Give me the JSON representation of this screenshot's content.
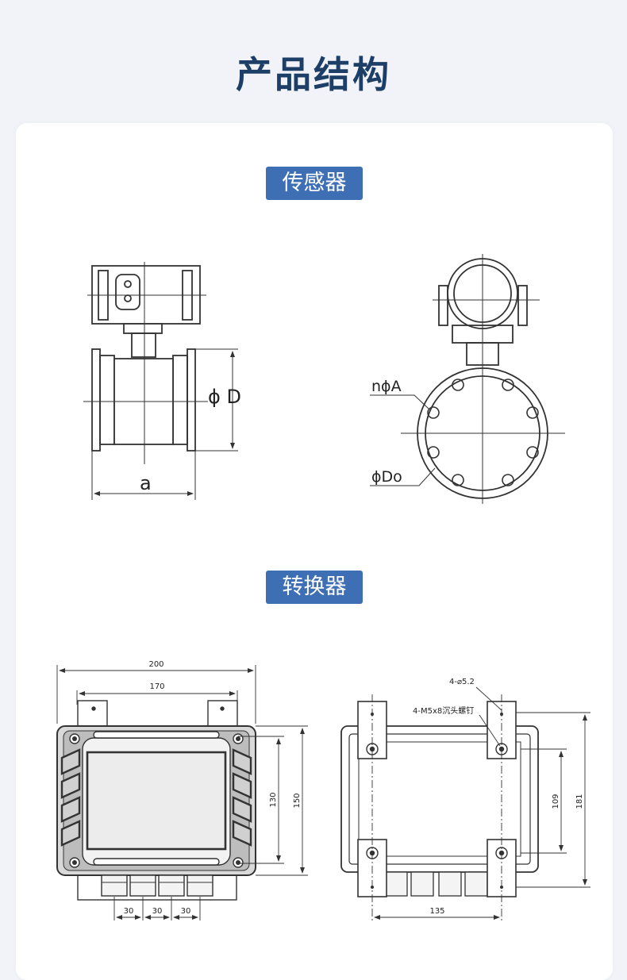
{
  "page": {
    "title": "产品结构"
  },
  "sections": {
    "sensor": {
      "label": "传感器"
    },
    "converter": {
      "label": "转换器"
    }
  },
  "sensor_side": {
    "diameter_label": "ϕ D",
    "length_label": "a"
  },
  "sensor_front": {
    "holes_label": "nϕA",
    "outer_label": "ϕDo"
  },
  "converter_front": {
    "dim_width": "200",
    "dim_mount": "170",
    "dim_height_outer": "150",
    "dim_height_inner": "130",
    "dim_gland_1": "30",
    "dim_gland_2": "30",
    "dim_gland_3": "30"
  },
  "converter_back": {
    "hole_label": "4-⌀5.2",
    "screw_label": "4-M5x8沉头螺钉",
    "dim_height_outer": "181",
    "dim_height_inner": "109",
    "dim_width": "135"
  },
  "colors": {
    "badge": "#3e6fb5",
    "title": "#1d3f67",
    "background": "#f1f3f8"
  }
}
